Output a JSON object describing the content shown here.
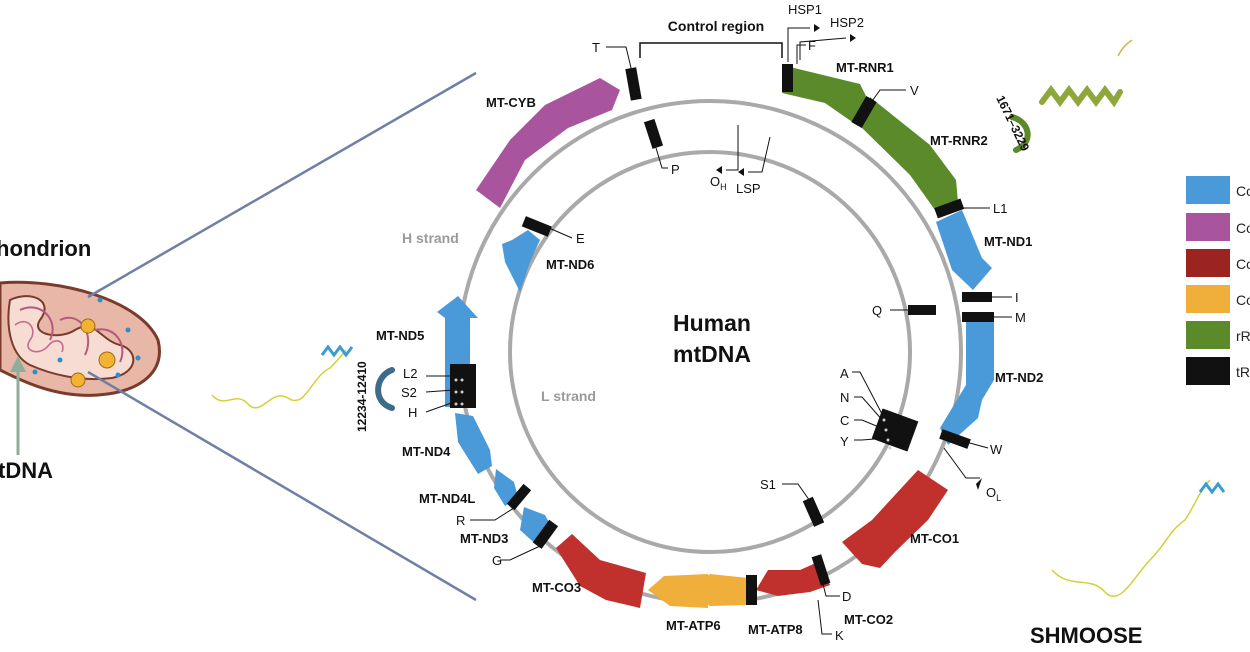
{
  "title_lines": [
    "Human",
    "mtDNA"
  ],
  "strands": {
    "heavy": "H strand",
    "light": "L strand"
  },
  "control_region": "Control region",
  "left_panel": {
    "organelle": "hondrion",
    "dna": "tDNA"
  },
  "peptides": {
    "shmoose": "SHMOOSE",
    "range_a": "1671–3229",
    "range_b": "12234-12410"
  },
  "colors": {
    "protein_blue": "#4a9ad9",
    "protein_purple": "#a8559e",
    "protein_red": "#c0302c",
    "protein_orange": "#f0ae3a",
    "rrna_green": "#5a8a2a",
    "trna_black": "#111111",
    "strand_gray": "#a9a9a9",
    "callout_blue": "#6f80a6"
  },
  "genes": [
    {
      "name": "MT-RNR1",
      "kind": "rrna"
    },
    {
      "name": "MT-RNR2",
      "kind": "rrna"
    },
    {
      "name": "MT-ND1",
      "kind": "blue"
    },
    {
      "name": "MT-ND2",
      "kind": "blue"
    },
    {
      "name": "MT-CO1",
      "kind": "red"
    },
    {
      "name": "MT-CO2",
      "kind": "red"
    },
    {
      "name": "MT-ATP8",
      "kind": "orange"
    },
    {
      "name": "MT-ATP6",
      "kind": "orange"
    },
    {
      "name": "MT-CO3",
      "kind": "red"
    },
    {
      "name": "MT-ND3",
      "kind": "blue"
    },
    {
      "name": "MT-ND4L",
      "kind": "blue"
    },
    {
      "name": "MT-ND4",
      "kind": "blue"
    },
    {
      "name": "MT-ND5",
      "kind": "blue"
    },
    {
      "name": "MT-ND6",
      "kind": "blue"
    },
    {
      "name": "MT-CYB",
      "kind": "purple"
    }
  ],
  "trnas": [
    "F",
    "V",
    "L1",
    "I",
    "M",
    "W",
    "D",
    "K",
    "G",
    "R",
    "H",
    "S2",
    "L2",
    "E",
    "T",
    "P",
    "Q",
    "A",
    "N",
    "C",
    "Y",
    "S1"
  ],
  "promoters": {
    "hsp1": "HSP1",
    "hsp2": "HSP2",
    "lsp": "LSP",
    "oh": "O",
    "oh_sub": "H",
    "ol": "O",
    "ol_sub": "L"
  },
  "legend": [
    {
      "label": "Co",
      "color": "#4a9ad9"
    },
    {
      "label": "Co",
      "color": "#a8559e"
    },
    {
      "label": "Co",
      "color": "#9b2320"
    },
    {
      "label": "Co",
      "color": "#f0ae3a"
    },
    {
      "label": "rR",
      "color": "#5a8a2a"
    },
    {
      "label": "tR",
      "color": "#111111"
    }
  ]
}
